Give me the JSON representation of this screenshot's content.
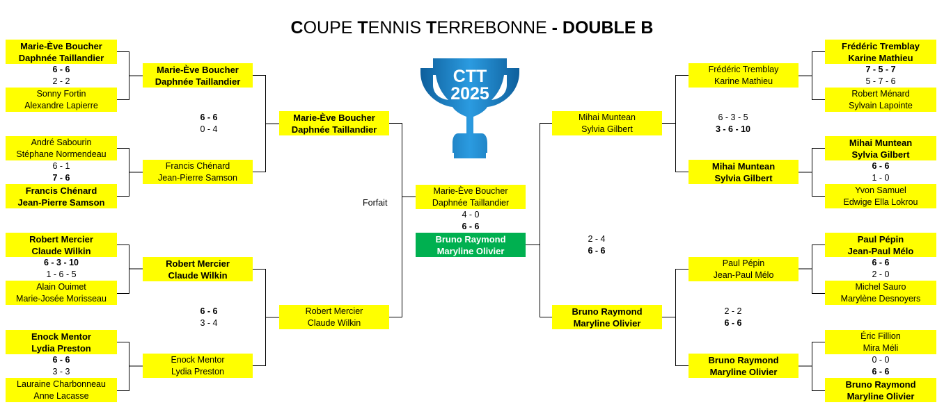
{
  "title": {
    "parts": [
      {
        "text": "C",
        "bold": true
      },
      {
        "text": "OUPE ",
        "bold": false
      },
      {
        "text": "T",
        "bold": true
      },
      {
        "text": "ENNIS ",
        "bold": false
      },
      {
        "text": "T",
        "bold": true
      },
      {
        "text": "ERREBONNE ",
        "bold": false
      },
      {
        "text": "- DOUBLE B",
        "bold": true
      }
    ]
  },
  "trophy": {
    "line1": "CTT",
    "line2": "2025",
    "color": "#1f87c8"
  },
  "colors": {
    "box": "#ffff00",
    "champion": "#00b050"
  },
  "left_r1": [
    {
      "top": [
        "Marie-Ève Boucher",
        "Daphnée Taillandier"
      ],
      "top_win": true,
      "bottom": [
        "Sonny Fortin",
        "Alexandre Lapierre"
      ],
      "bottom_win": false,
      "scores": [
        {
          "t": "6 - 6",
          "b": true
        },
        {
          "t": "2 - 2",
          "b": false
        }
      ]
    },
    {
      "top": [
        "André Sabourin",
        "Stéphane Normendeau"
      ],
      "top_win": false,
      "bottom": [
        "Francis Chénard",
        "Jean-Pierre Samson"
      ],
      "bottom_win": true,
      "scores": [
        {
          "t": "6 - 1",
          "b": false
        },
        {
          "t": "7 - 6",
          "b": true
        }
      ]
    },
    {
      "top": [
        "Robert Mercier",
        "Claude Wilkin"
      ],
      "top_win": true,
      "bottom": [
        "Alain Ouimet",
        "Marie-Josée Morisseau"
      ],
      "bottom_win": false,
      "scores": [
        {
          "t": "6 - 3 - 10",
          "b": true
        },
        {
          "t": "1 - 6 - 5",
          "b": false
        }
      ]
    },
    {
      "top": [
        "Enock Mentor",
        "Lydia Preston"
      ],
      "top_win": true,
      "bottom": [
        "Lauraine Charbonneau",
        "Anne Lacasse"
      ],
      "bottom_win": false,
      "scores": [
        {
          "t": "6 - 6",
          "b": true
        },
        {
          "t": "3 - 3",
          "b": false
        }
      ]
    }
  ],
  "left_r2": [
    {
      "top": [
        "Marie-Ève Boucher",
        "Daphnée Taillandier"
      ],
      "top_win": true,
      "bottom": [
        "Francis Chénard",
        "Jean-Pierre Samson"
      ],
      "bottom_win": false,
      "scores": [
        {
          "t": "6 - 6",
          "b": true
        },
        {
          "t": "0 - 4",
          "b": false
        }
      ]
    },
    {
      "top": [
        "Robert Mercier",
        "Claude Wilkin"
      ],
      "top_win": true,
      "bottom": [
        "Enock Mentor",
        "Lydia Preston"
      ],
      "bottom_win": false,
      "scores": [
        {
          "t": "6 - 6",
          "b": true
        },
        {
          "t": "3 - 4",
          "b": false
        }
      ]
    }
  ],
  "left_r3": {
    "top": [
      "Marie-Ève Boucher",
      "Daphnée Taillandier"
    ],
    "top_win": true,
    "bottom": [
      "Robert Mercier",
      "Claude Wilkin"
    ],
    "bottom_win": false,
    "note": "Forfait"
  },
  "final": {
    "top": [
      "Marie-Ève Boucher",
      "Daphnée Taillandier"
    ],
    "champion": [
      "Bruno Raymond",
      "Maryline Olivier"
    ],
    "scores": [
      {
        "t": "4 - 0",
        "b": false
      },
      {
        "t": "6 - 6",
        "b": true
      }
    ]
  },
  "right_r3": {
    "top": [
      "Mihai Muntean",
      "Sylvia Gilbert"
    ],
    "top_win": false,
    "bottom": [
      "Bruno Raymond",
      "Maryline Olivier"
    ],
    "bottom_win": true,
    "scores": [
      {
        "t": "2 - 4",
        "b": false
      },
      {
        "t": "6 - 6",
        "b": true
      }
    ]
  },
  "right_r2": [
    {
      "top": [
        "Frédéric Tremblay",
        "Karine Mathieu"
      ],
      "top_win": false,
      "bottom": [
        "Mihai Muntean",
        "Sylvia Gilbert"
      ],
      "bottom_win": true,
      "scores": [
        {
          "t": "6 - 3 - 5",
          "b": false
        },
        {
          "t": "3 - 6 - 10",
          "b": true
        }
      ]
    },
    {
      "top": [
        "Paul Pépin",
        "Jean-Paul Mélo"
      ],
      "top_win": false,
      "bottom": [
        "Bruno Raymond",
        "Maryline Olivier"
      ],
      "bottom_win": true,
      "scores": [
        {
          "t": "2 - 2",
          "b": false
        },
        {
          "t": "6 - 6",
          "b": true
        }
      ]
    }
  ],
  "right_r1": [
    {
      "top": [
        "Frédéric Tremblay",
        "Karine Mathieu"
      ],
      "top_win": true,
      "bottom": [
        "Robert Ménard",
        "Sylvain Lapointe"
      ],
      "bottom_win": false,
      "scores": [
        {
          "t": "7 - 5 - 7",
          "b": true
        },
        {
          "t": "5 - 7 - 6",
          "b": false
        }
      ]
    },
    {
      "top": [
        "Mihai Muntean",
        "Sylvia Gilbert"
      ],
      "top_win": true,
      "bottom": [
        "Yvon Samuel",
        "Edwige Ella Lokrou"
      ],
      "bottom_win": false,
      "scores": [
        {
          "t": "6 - 6",
          "b": true
        },
        {
          "t": "1 - 0",
          "b": false
        }
      ]
    },
    {
      "top": [
        "Paul Pépin",
        "Jean-Paul Mélo"
      ],
      "top_win": true,
      "bottom": [
        "Michel Sauro",
        "Marylène Desnoyers"
      ],
      "bottom_win": false,
      "scores": [
        {
          "t": "6 - 6",
          "b": true
        },
        {
          "t": "2 - 0",
          "b": false
        }
      ]
    },
    {
      "top": [
        "Éric Fillion",
        "Mira Méli"
      ],
      "top_win": false,
      "bottom": [
        "Bruno Raymond",
        "Maryline Olivier"
      ],
      "bottom_win": true,
      "scores": [
        {
          "t": "0 - 0",
          "b": false
        },
        {
          "t": "6 - 6",
          "b": true
        }
      ]
    }
  ]
}
